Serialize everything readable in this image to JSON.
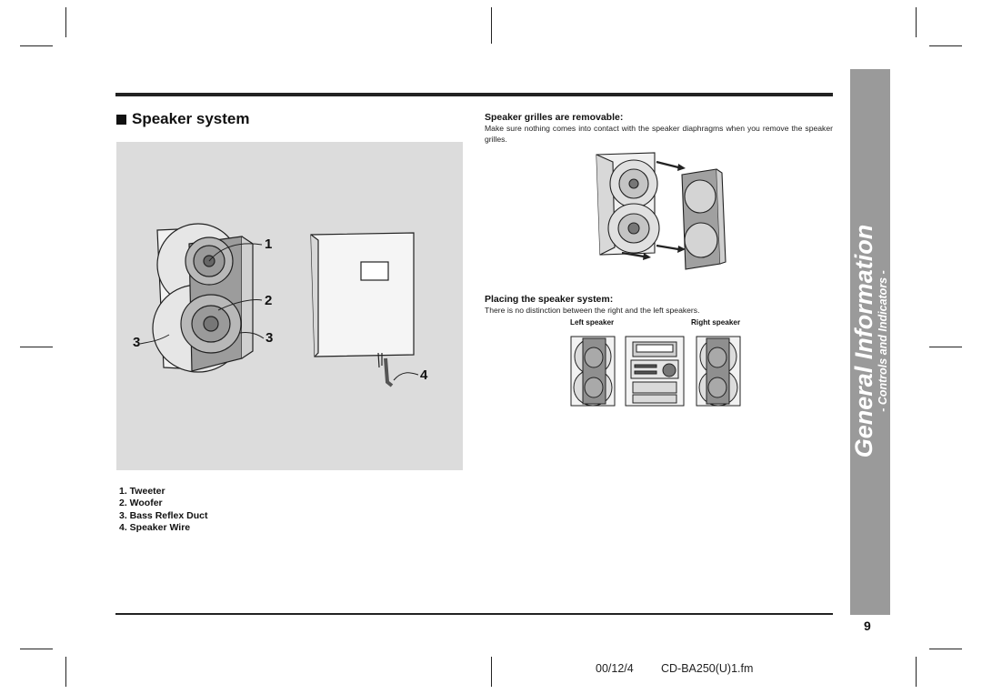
{
  "section": {
    "title": "Speaker system"
  },
  "parts_legend": [
    {
      "label": "1. Tweeter"
    },
    {
      "label": "2. Woofer"
    },
    {
      "label": "3. Bass Reflex Duct"
    },
    {
      "label": "4. Speaker Wire"
    }
  ],
  "callouts": [
    "1",
    "2",
    "3",
    "3",
    "4"
  ],
  "grilles": {
    "heading": "Speaker grilles are removable:",
    "text": "Make sure nothing comes into contact with the speaker diaphragms when you remove the speaker grilles."
  },
  "placing": {
    "heading": "Placing the speaker system:",
    "text": "There is no distinction between the right and the left speakers.",
    "left_caption": "Left speaker",
    "right_caption": "Right speaker"
  },
  "sidebar": {
    "title": "General Information",
    "subtitle": "- Controls and Indicators -",
    "color": "#9a9a9a"
  },
  "page_number": "9",
  "footer": {
    "date": "00/12/4",
    "file": "CD-BA250(U)1.fm"
  }
}
